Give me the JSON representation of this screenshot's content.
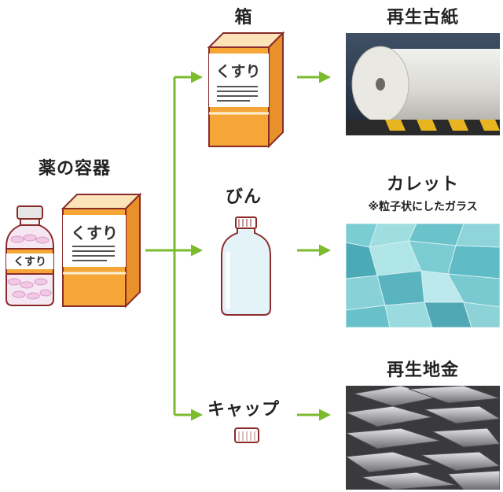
{
  "source": {
    "label": "薬の容器"
  },
  "box_label": "くすり",
  "bottle_label": "くすり",
  "outputs": [
    {
      "id": "box",
      "label": "箱",
      "product": "再生古紙",
      "note": ""
    },
    {
      "id": "bottle",
      "label": "びん",
      "product": "カレット",
      "note": "※粒子状にしたガラス"
    },
    {
      "id": "cap",
      "label": "キャップ",
      "product": "再生地金",
      "note": ""
    }
  ],
  "colors": {
    "arrow": "#7cba2e",
    "box_orange": "#f5a636",
    "box_side": "#e8912a",
    "box_cream": "#fff1d6",
    "outline": "#8a2b2b",
    "bottle_pink": "#f1c9e6"
  },
  "icons": [
    "paper-roll-photo",
    "glass-cullet-photo",
    "metal-ingot-photo"
  ]
}
